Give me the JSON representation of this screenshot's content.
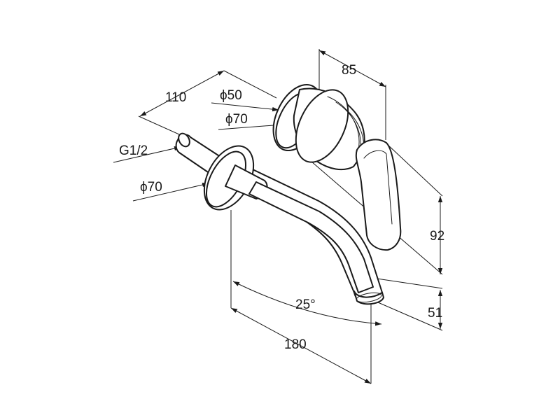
{
  "diagram": {
    "labels": {
      "dim_110": "110",
      "dim_50": "ϕ50",
      "dim_70_upper": "ϕ70",
      "dim_thread": "G1/2",
      "dim_70_lower": "ϕ70",
      "dim_85": "85",
      "dim_92": "92",
      "dim_51": "51",
      "dim_angle": "25°",
      "dim_180": "180"
    },
    "colors": {
      "line": "#1a1a1a",
      "background": "#ffffff"
    }
  }
}
